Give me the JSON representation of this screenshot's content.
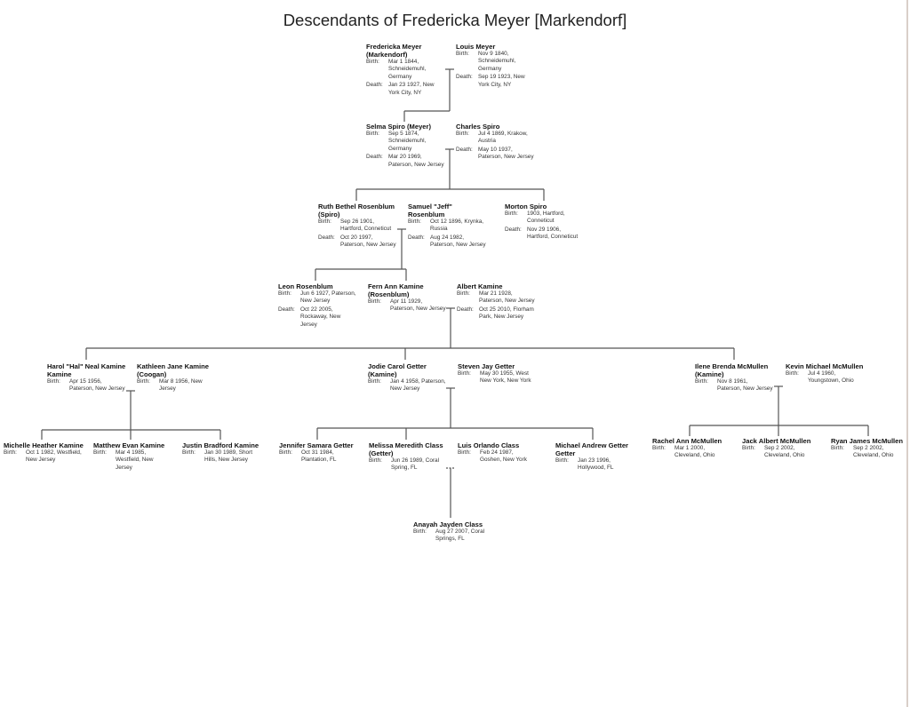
{
  "title": "Descendants of Fredericka Meyer [Markendorf]",
  "people": [
    {
      "id": "fredericka",
      "name": "Fredericka Meyer (Markendorf)",
      "events": [
        {
          "label": "Birth:",
          "value": "Mar 1 1844, Schneidemuhl, Germany"
        },
        {
          "label": "Death:",
          "value": "Jan 23 1927, New York City, NY"
        }
      ]
    },
    {
      "id": "louis",
      "name": "Louis Meyer",
      "events": [
        {
          "label": "Birth:",
          "value": "Nov 9 1840, Schneidemuhl, Germany"
        },
        {
          "label": "Death:",
          "value": "Sep 19 1923, New York City, NY"
        }
      ]
    },
    {
      "id": "selma",
      "name": "Selma Spiro (Meyer)",
      "events": [
        {
          "label": "Birth:",
          "value": "Sep 5 1874, Schneidemuhl, Germany"
        },
        {
          "label": "Death:",
          "value": "Mar 20 1969, Paterson, New Jersey"
        }
      ]
    },
    {
      "id": "charles",
      "name": "Charles Spiro",
      "events": [
        {
          "label": "Birth:",
          "value": "Jul 4 1869, Krakow, Austria"
        },
        {
          "label": "Death:",
          "value": "May 10 1937, Paterson, New Jersey"
        }
      ]
    },
    {
      "id": "ruth",
      "name": "Ruth Bethel Rosenblum (Spiro)",
      "events": [
        {
          "label": "Birth:",
          "value": "Sep 26 1901, Hartford, Conneticut"
        },
        {
          "label": "Death:",
          "value": "Oct 20 1997, Paterson, New Jersey"
        }
      ]
    },
    {
      "id": "samuel",
      "name": "Samuel \"Jeff\" Rosenblum",
      "events": [
        {
          "label": "Birth:",
          "value": "Oct 12 1896, Krynka, Russia"
        },
        {
          "label": "Death:",
          "value": "Aug 24 1982, Paterson, New Jersey"
        }
      ]
    },
    {
      "id": "morton",
      "name": "Morton Spiro",
      "events": [
        {
          "label": "Birth:",
          "value": "1903, Hartford, Conneticut"
        },
        {
          "label": "Death:",
          "value": "Nov 29 1906, Hartford, Conneticut"
        }
      ]
    },
    {
      "id": "leon",
      "name": "Leon Rosenblum",
      "events": [
        {
          "label": "Birth:",
          "value": "Jun 6 1927, Paterson, New Jersey"
        },
        {
          "label": "Death:",
          "value": "Oct 22 2005, Rockaway, New Jersey"
        }
      ]
    },
    {
      "id": "fern",
      "name": "Fern Ann Kamine (Rosenblum)",
      "events": [
        {
          "label": "Birth:",
          "value": "Apr 11 1929, Paterson, New Jersey"
        }
      ]
    },
    {
      "id": "albert",
      "name": "Albert Kamine",
      "events": [
        {
          "label": "Birth:",
          "value": "Mar 21 1928, Paterson, New Jersey"
        },
        {
          "label": "Death:",
          "value": "Oct 25 2010, Florham Park, New Jersey"
        }
      ]
    },
    {
      "id": "harol",
      "name": "Harol \"Hal\" Neal Kamine Kamine",
      "events": [
        {
          "label": "Birth:",
          "value": "Apr 15 1956, Paterson, New Jersey"
        }
      ]
    },
    {
      "id": "kathleen",
      "name": "Kathleen Jane Kamine (Coogan)",
      "events": [
        {
          "label": "Birth:",
          "value": "Mar 8 1956, New Jersey"
        }
      ]
    },
    {
      "id": "jodie",
      "name": "Jodie Carol Getter (Kamine)",
      "events": [
        {
          "label": "Birth:",
          "value": "Jan 4 1958, Paterson, New Jersey"
        }
      ]
    },
    {
      "id": "steven",
      "name": "Steven Jay Getter",
      "events": [
        {
          "label": "Birth:",
          "value": "May 30 1955, West New York, New York"
        }
      ]
    },
    {
      "id": "ilene",
      "name": "Ilene Brenda McMullen (Kamine)",
      "events": [
        {
          "label": "Birth:",
          "value": "Nov 8 1961, Paterson, New Jersey"
        }
      ]
    },
    {
      "id": "kevin",
      "name": "Kevin Michael McMullen",
      "events": [
        {
          "label": "Birth:",
          "value": "Jul 4 1960, Youngstown, Ohio"
        }
      ]
    },
    {
      "id": "michelle",
      "name": "Michelle Heather Kamine",
      "events": [
        {
          "label": "Birth:",
          "value": "Oct 1 1982, Westfield, New Jersey"
        }
      ]
    },
    {
      "id": "matthew",
      "name": "Matthew Evan Kamine",
      "events": [
        {
          "label": "Birth:",
          "value": "Mar 4 1985, Westfield, New Jersey"
        }
      ]
    },
    {
      "id": "justin",
      "name": "Justin Bradford Kamine",
      "events": [
        {
          "label": "Birth:",
          "value": "Jan 30 1989, Short Hills, New Jersey"
        }
      ]
    },
    {
      "id": "jennifer",
      "name": "Jennifer Samara Getter",
      "events": [
        {
          "label": "Birth:",
          "value": "Oct 31 1984, Plantation, FL"
        }
      ]
    },
    {
      "id": "melissa",
      "name": "Melissa Meredith Class (Getter)",
      "events": [
        {
          "label": "Birth:",
          "value": "Jun 26 1989, Coral Spring, FL"
        }
      ]
    },
    {
      "id": "luis",
      "name": "Luis Orlando Class",
      "events": [
        {
          "label": "Birth:",
          "value": "Feb 24 1987, Goshen, New York"
        }
      ]
    },
    {
      "id": "michael",
      "name": "Michael Andrew Getter Getter",
      "events": [
        {
          "label": "Birth:",
          "value": "Jan 23 1996, Hollywood, FL"
        }
      ]
    },
    {
      "id": "rachel",
      "name": "Rachel Ann McMullen",
      "events": [
        {
          "label": "Birth:",
          "value": "Mar 1 2000, Cleveland, Ohio"
        }
      ]
    },
    {
      "id": "jack",
      "name": "Jack Albert McMullen",
      "events": [
        {
          "label": "Birth:",
          "value": "Sep 2 2002, Cleveland, Ohio"
        }
      ]
    },
    {
      "id": "ryan",
      "name": "Ryan James McMullen",
      "events": [
        {
          "label": "Birth:",
          "value": "Sep 2 2002, Cleveland, Ohio"
        }
      ]
    },
    {
      "id": "anayah",
      "name": "Anayah Jayden Class",
      "events": [
        {
          "label": "Birth:",
          "value": "Aug 27 2007, Coral Springs, FL"
        }
      ]
    }
  ]
}
